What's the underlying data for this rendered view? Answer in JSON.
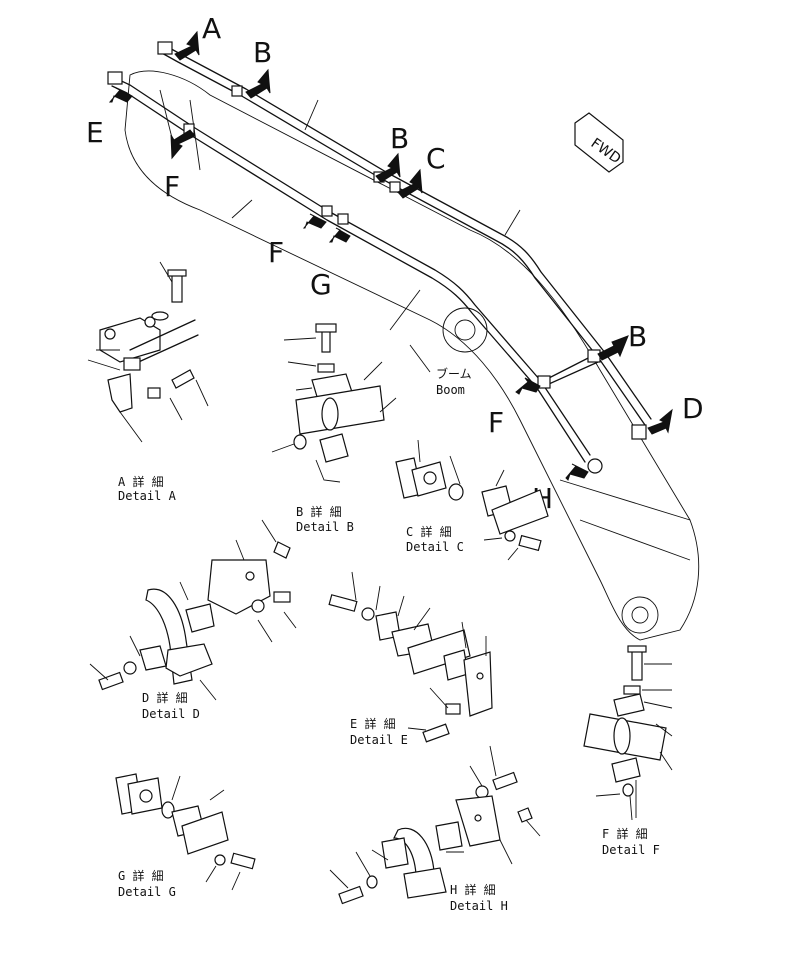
{
  "callouts": {
    "a": "A",
    "b1": "B",
    "b2": "B",
    "b3": "B",
    "c": "C",
    "d": "D",
    "e": "E",
    "f1": "F",
    "f2": "F",
    "f3": "F",
    "g": "G",
    "h": "H"
  },
  "fwd_label": "FWD",
  "boom": {
    "jp": "ブーム",
    "en": "Boom"
  },
  "details": {
    "a": {
      "jp": "A 詳 細",
      "en": "Detail A"
    },
    "b": {
      "jp": "B 詳 細",
      "en": "Detail B"
    },
    "c": {
      "jp": "C 詳 細",
      "en": "Detail C"
    },
    "d": {
      "jp": "D 詳 細",
      "en": "Detail D"
    },
    "e": {
      "jp": "E 詳 細",
      "en": "Detail E"
    },
    "f": {
      "jp": "F 詳 細",
      "en": "Detail F"
    },
    "g": {
      "jp": "G 詳 細",
      "en": "Detail G"
    },
    "h": {
      "jp": "H 詳 細",
      "en": "Detail H"
    }
  }
}
